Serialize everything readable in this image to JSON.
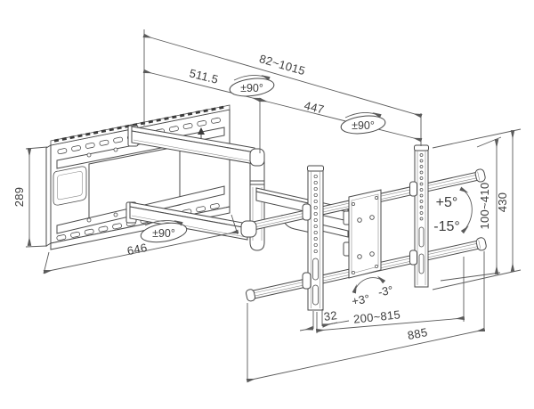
{
  "diagram": {
    "dimensions": {
      "plate_height": "289",
      "plate_width": "646",
      "extension_range": "82~1015",
      "arm_length_1": "511.5",
      "arm_length_2": "447",
      "swivel_wall": "±90°",
      "swivel_elbow": "±90°",
      "swivel_head": "±90°",
      "tilt_up": "+5°",
      "tilt_down": "-15°",
      "bar_vertical_range": "100~410",
      "bracket_height": "430",
      "rail_offset": "32",
      "bracket_spacing_range": "200~815",
      "bar_length": "885",
      "level_plus": "+3°",
      "level_minus": "-3°"
    },
    "colors": {
      "line": "#4a4a4a",
      "dimension": "#5a5a5a",
      "text": "#3d3d3d",
      "background": "#ffffff"
    }
  }
}
